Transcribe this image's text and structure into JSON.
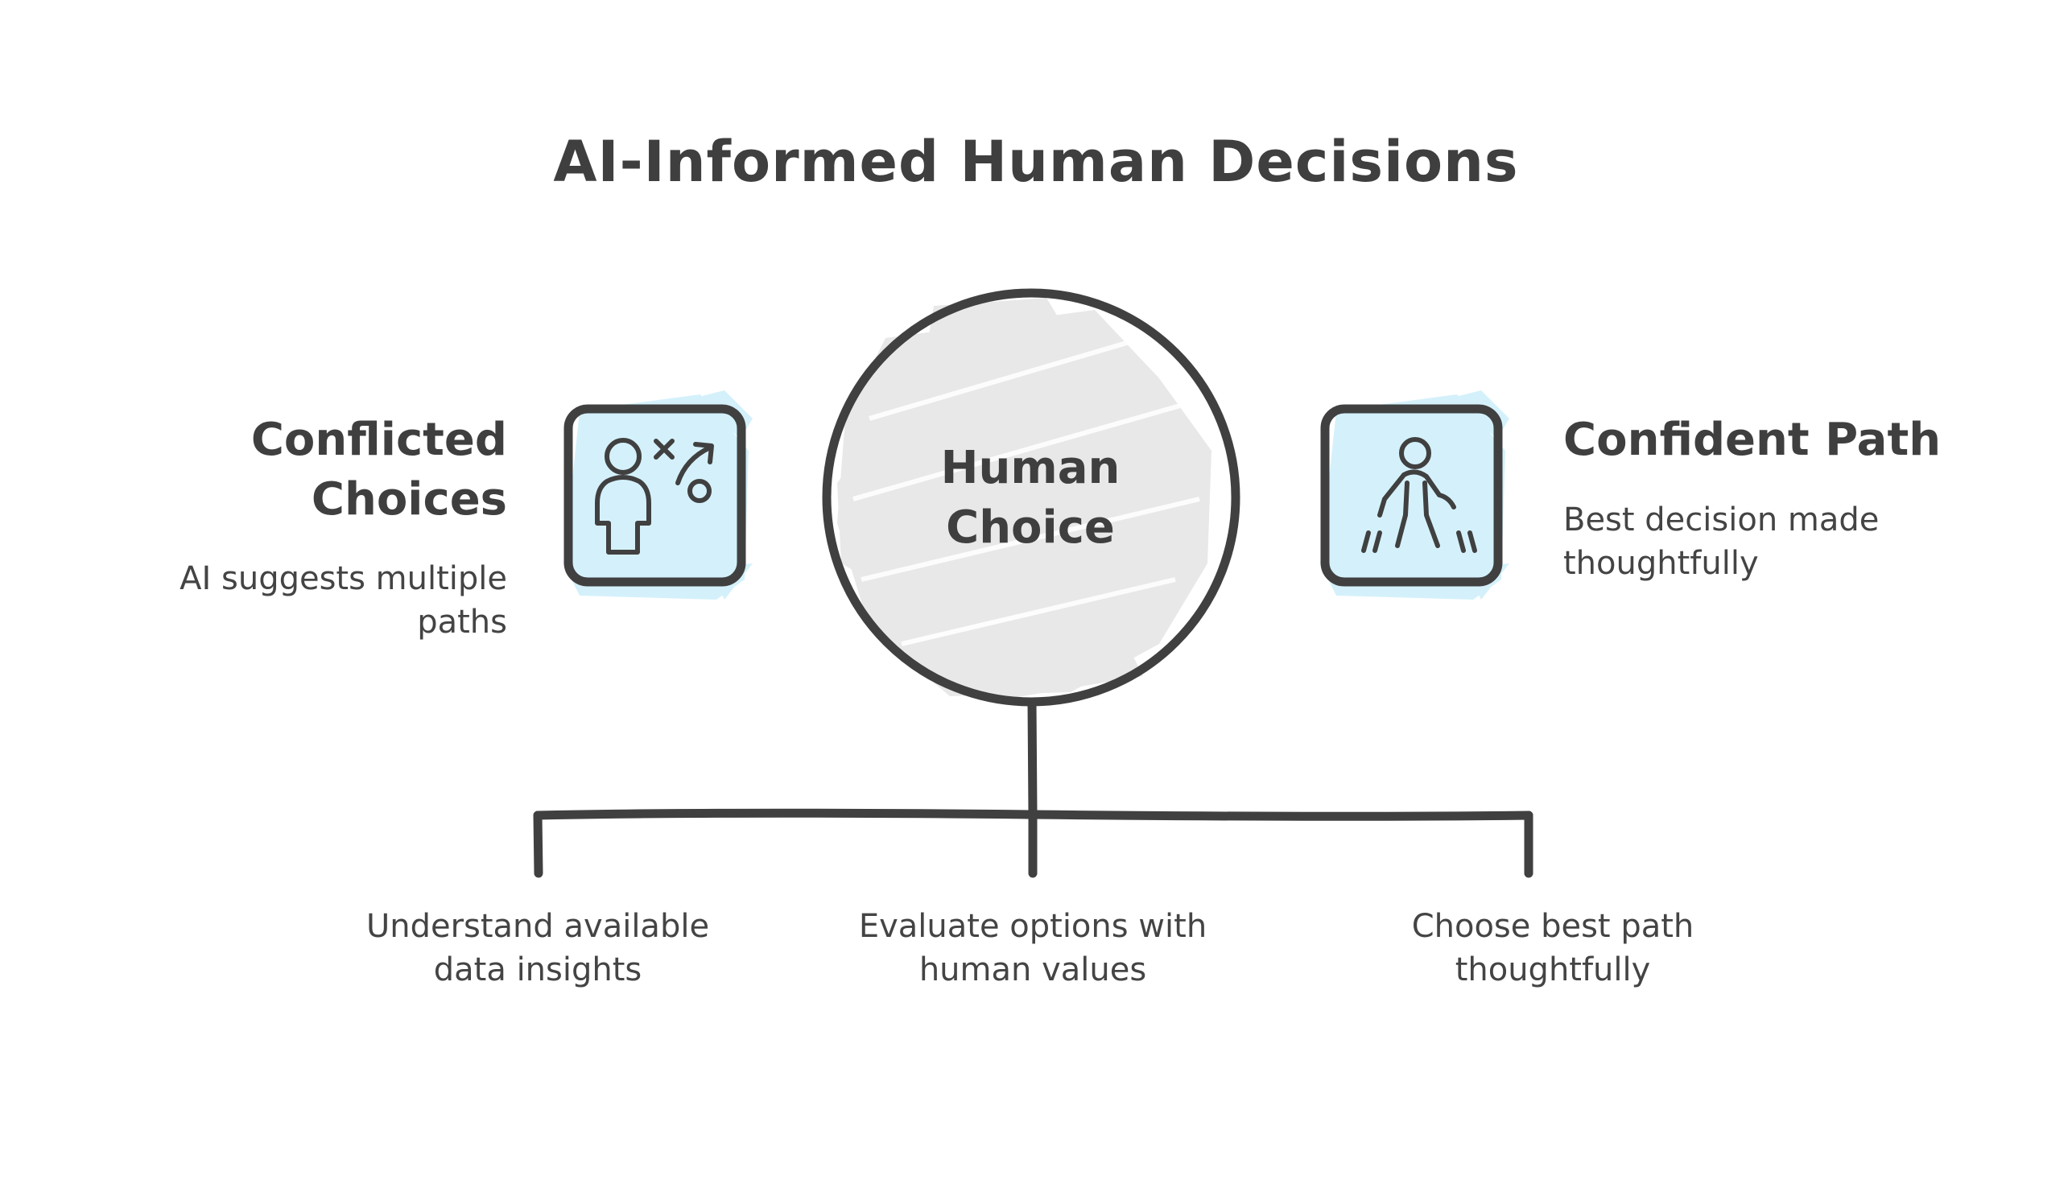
{
  "title": "AI-Informed Human Decisions",
  "center": {
    "label_line1": "Human",
    "label_line2": "Choice"
  },
  "left": {
    "heading_line1": "Conflicted",
    "heading_line2": "Choices",
    "text_line1": "AI suggests multiple",
    "text_line2": "paths",
    "icon": "person-strategy-icon"
  },
  "right": {
    "heading": "Confident Path",
    "text_line1": "Best decision made",
    "text_line2": "thoughtfully",
    "icon": "person-walking-icon"
  },
  "steps": [
    {
      "line1": "Understand available",
      "line2": "data insights"
    },
    {
      "line1": "Evaluate options with",
      "line2": "human values"
    },
    {
      "line1": "Choose best path",
      "line2": "thoughtfully"
    }
  ],
  "colors": {
    "stroke": "#404040",
    "circle_fill": "#e8e8e8",
    "icon_fill": "#d4f1fb"
  }
}
